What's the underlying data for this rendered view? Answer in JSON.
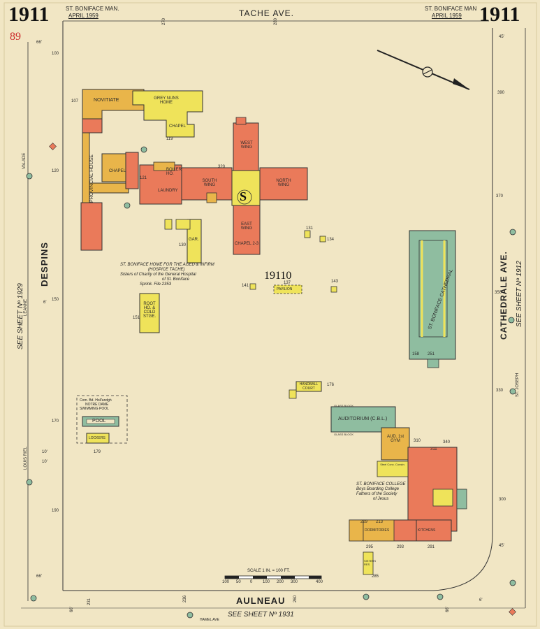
{
  "header": {
    "year_left": "1911",
    "year_right": "1911",
    "city_left": "ST. BONIFACE MAN.",
    "date_left": "APRIL 1959",
    "city_right": "ST. BONIFACE MAN",
    "date_right": "APRIL 1959",
    "top_street": "TACHE AVE.",
    "page_number": "89"
  },
  "streets": {
    "left": "DESPINS",
    "right": "CATHEDRALE AVE.",
    "bottom": "AULNEAU",
    "left_see": "SEE SHEET Nº 1929",
    "right_see": "SEE SHEET Nº 1912",
    "bottom_see": "SEE SHEET Nº 1931",
    "bottom_small": "HAMEL AVE",
    "left_small_1": "VALADE",
    "left_small_2": "LEANNE",
    "left_small_3": "LOUIS RIEL",
    "right_small": "ST. JOSEPH"
  },
  "block_label": "19110",
  "buildings": {
    "novitiate": "NOVITIATE",
    "grey_nuns": "GREY NUNS HOME",
    "chapel_upper": "CHAPEL",
    "provincial_house": "PROVINCIAL HOUSE",
    "chapel": "CHAPEL",
    "boiler": "BOILER HO.",
    "laundry": "LAUNDRY",
    "south_wing": "SOUTH WING",
    "west_wing": "WEST WING",
    "north_wing": "NORTH WING",
    "east_wing": "EAST WING",
    "chapel_2": "CHAPEL 2-3",
    "garage": "GAR.",
    "root_house": "ROOT HO. & COLD STGE.",
    "pavilion": "PAVILION",
    "handball": "HANDBALL COURT",
    "cathedral": "ST. BONIFACE CATHEDRAL",
    "auditorium": "AUDITORIUM (C.B.L.)",
    "gym": "AUD. 1st GYM",
    "lockers": "LOCKERS",
    "pool": "POOL",
    "dormitories": "DORMITORIES",
    "kitchens": "KITCHENS",
    "sisters_res": "SISTERS RES."
  },
  "notes": {
    "hospice_1": "ST. BONIFACE HOME FOR THE AGED & INFIRM",
    "hospice_2": "(HOSPICE TACHE)",
    "hospice_3": "Sisters of Charity of the General Hospital",
    "hospice_4": "of St. Boniface",
    "hospice_5": "Sprink. File 2353",
    "pool_1": "Com. Bd. Holl'andgh",
    "pool_2": "NOTRE DAME",
    "pool_3": "SWIMMING POOL",
    "college_1": "ST. BONIFACE COLLEGE",
    "college_2": "Boys Boarding College",
    "college_3": "Fathers of the Society",
    "college_4": "of Jesus",
    "glass_block_1": "GLASS BLOCK",
    "glass_block_2": "GLASS BLOCK",
    "steel_conc": "Steel Conc. Constn.",
    "sprinkler_letter": "S"
  },
  "scale": {
    "label": "SCALE 1 IN. = 100 FT.",
    "ticks": [
      "100",
      "50",
      "0",
      "100",
      "200",
      "300",
      "400"
    ]
  },
  "numbers": {
    "n100": "100",
    "n107": "107",
    "n120": "120",
    "n121": "121",
    "n119": "119",
    "n130": "130",
    "n131": "131",
    "n134": "134",
    "n137": "137",
    "n141": "141",
    "n143": "143",
    "n150": "150",
    "n151": "151",
    "n170": "170",
    "n176": "176",
    "n179": "179",
    "n190": "190",
    "n231": "231",
    "n236": "236",
    "n251": "251",
    "n260": "260",
    "n270": "270",
    "n280": "280",
    "n285": "285",
    "n291": "291",
    "n293": "293",
    "n295": "295",
    "n300": "300",
    "n310": "310",
    "n311": "311",
    "n320": "320",
    "n330": "330",
    "n340": "340",
    "n350": "350",
    "n370": "370",
    "n390": "390",
    "n66a": "66'",
    "n66b": "66'",
    "n66c": "66'",
    "n66d": "66'",
    "n45a": "45'",
    "n45b": "45'",
    "n6a": "6'",
    "n6b": "6'",
    "n10a": "10'",
    "n10b": "10'",
    "n229": "229",
    "n213": "213",
    "n158": "158"
  },
  "colors": {
    "paper": "#f1e6c4",
    "brick_red": "#ea7a5a",
    "frame_yellow": "#efe35a",
    "stone_blue": "#8fbda0",
    "orange_tan": "#e9b54a",
    "outline": "#333333",
    "red_number": "#cc2a2a"
  }
}
